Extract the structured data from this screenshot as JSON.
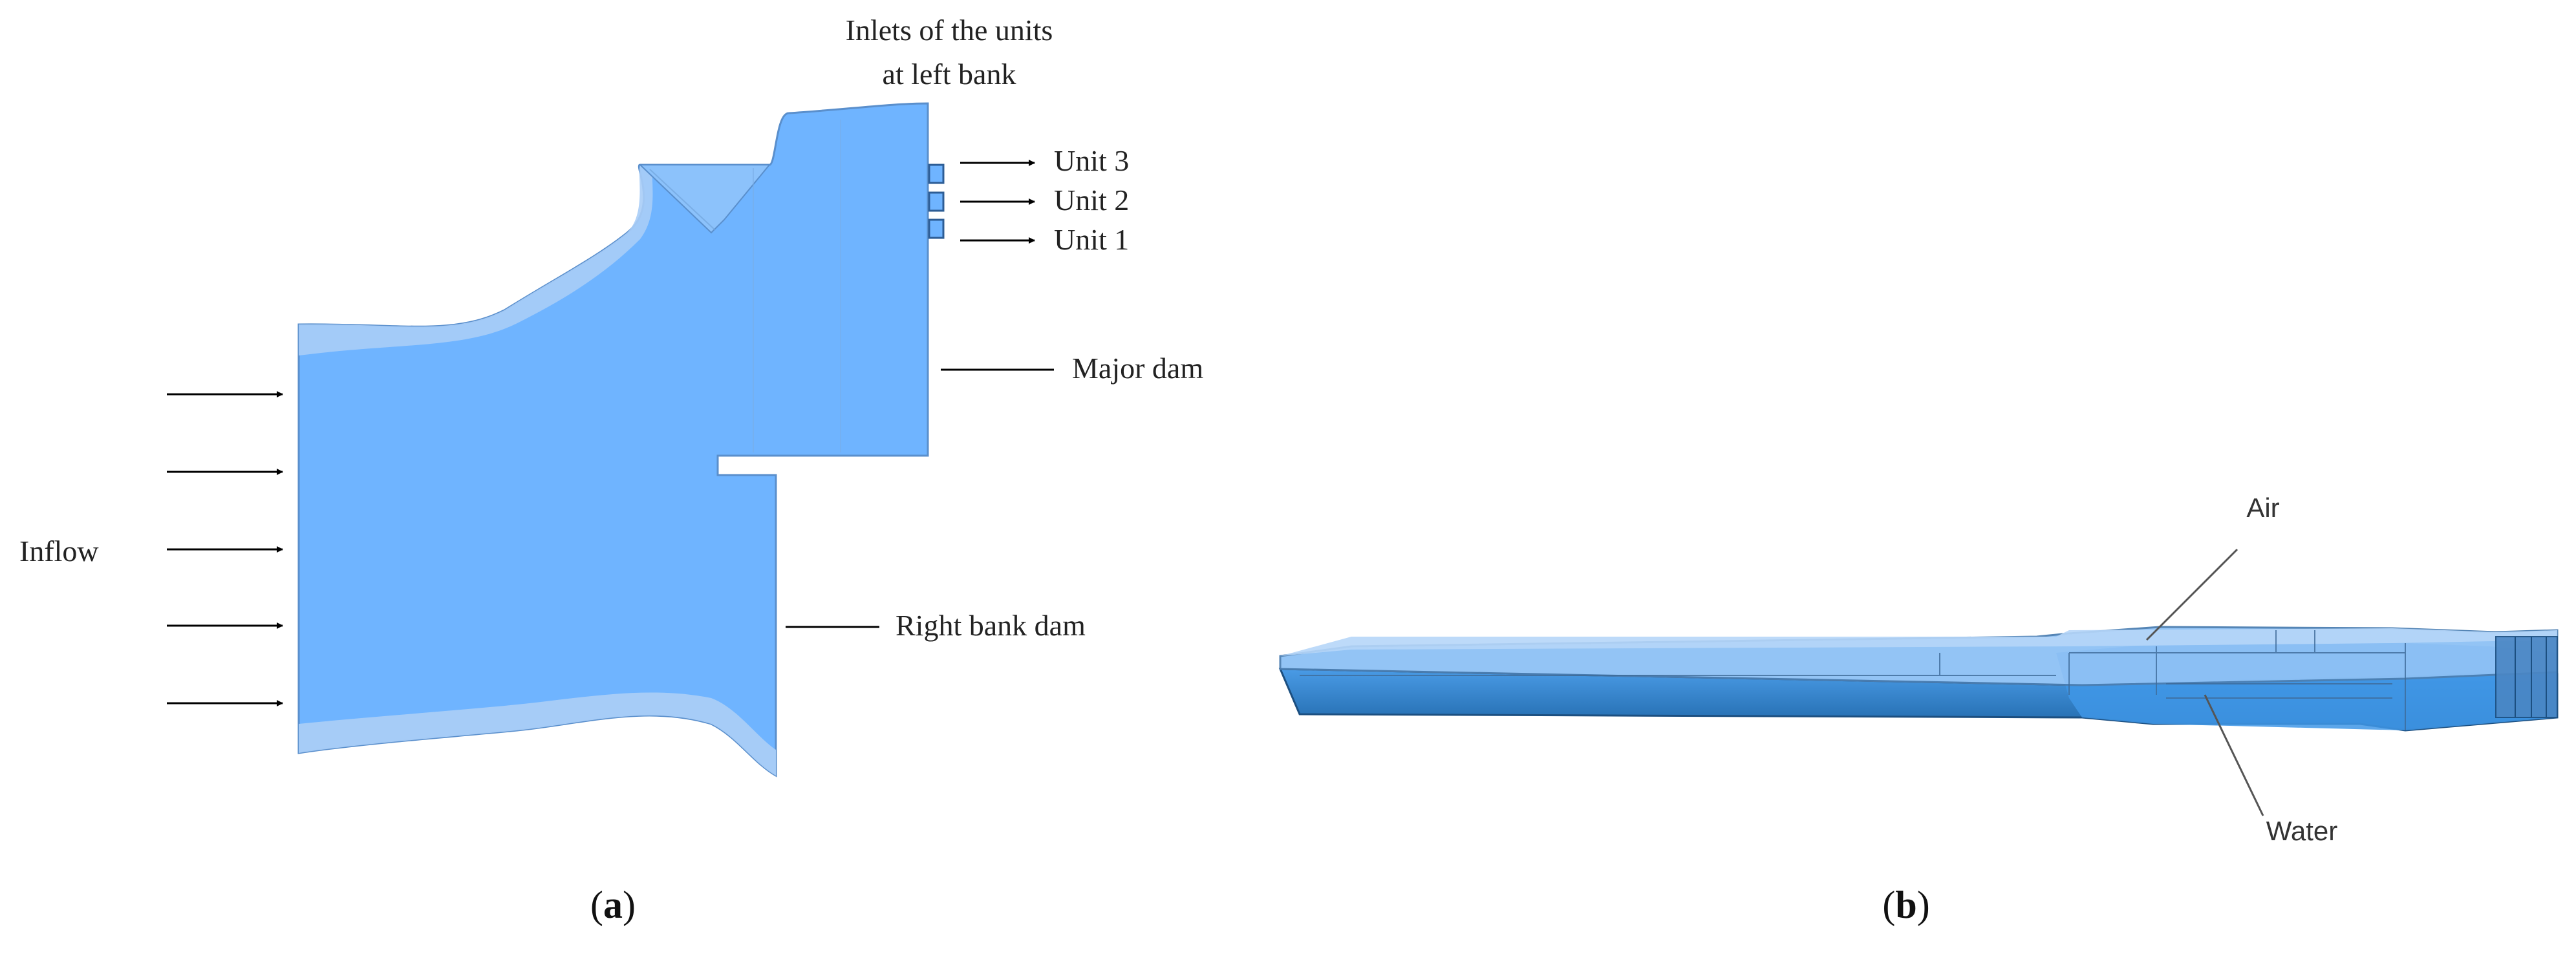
{
  "panel_a": {
    "title_line1": "Inlets of the units",
    "title_line2": "at left bank",
    "inflow_label": "Inflow",
    "unit_labels": [
      "Unit 3",
      "Unit 2",
      "Unit 1"
    ],
    "major_dam_label": "Major dam",
    "right_bank_label": "Right bank dam",
    "caption_letter": "a",
    "caption_open": "(",
    "caption_close": ")"
  },
  "panel_b": {
    "air_label": "Air",
    "water_label": "Water",
    "caption_letter": "b",
    "caption_open": "(",
    "caption_close": ")"
  },
  "colors": {
    "water_fill": "#6fb4ff",
    "edge_fill": "#a9cdf7",
    "deep_blue": "#2a6db0",
    "line": "#000000"
  }
}
